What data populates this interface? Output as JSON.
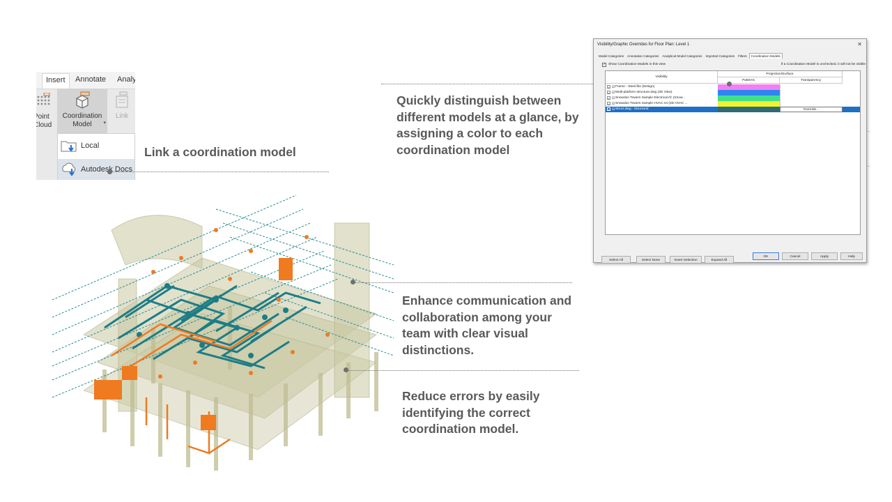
{
  "ribbon": {
    "tabs": [
      "Insert",
      "Annotate",
      "Analy"
    ],
    "buttons": {
      "point_cloud": "Point Cloud",
      "coordination_model": "Coordination Model",
      "link_label": "Link"
    },
    "dropdown_items": [
      "Local",
      "Autodesk Docs"
    ]
  },
  "annotations": {
    "link": "Link a coordination model",
    "distinguish": "Quickly distinguish between different models at a glance, by assigning a color to each coordination model",
    "communication": "Enhance communication and collaboration among your team with clear visual distinctions.",
    "errors": "Reduce errors by easily identifying the correct coordination model."
  },
  "dialog": {
    "title": "Visibility/Graphic Overrides for Floor Plan: Level 1",
    "tabs": [
      "Model Categories",
      "Annotation Categories",
      "Analytical Model Categories",
      "Imported Categories",
      "Filters",
      "Coordination Models"
    ],
    "active_tab": "Coordination Models",
    "show_checkbox_label": "Show Coordination Models in this view",
    "note": "If a Coordination Model is unchecked, it will not be visible",
    "columns": {
      "visibility": "Visibility",
      "group": "Projection/Surface",
      "patterns": "Patterns",
      "transparency": "Transparency"
    },
    "rows": [
      {
        "name": "Frame - Steel.fbx (Design)",
        "color": "#f47ff2"
      },
      {
        "name": "Multi-platform structure.dwg (3D View)",
        "color": "#2d86f0"
      },
      {
        "name": "Snowdon Towers Sample Electrical.rfc (Snow...",
        "color": "#3fe08a"
      },
      {
        "name": "Snowdon Towers Sample HVAC.rvt (3D HVAC ...",
        "color": "#f3f12f"
      },
      {
        "name": "Struct.dwg - Structural",
        "color": "#2f6b73",
        "selected": true,
        "override_label": "Override..."
      }
    ],
    "footer_buttons": [
      "Select All",
      "Select None",
      "Invert Selection",
      "Expand All"
    ],
    "action_buttons": [
      "OK",
      "Cancel",
      "Apply",
      "Help"
    ],
    "close_glyph": "✕"
  },
  "colors": {
    "text": "#595959",
    "leader": "#6f6f6f",
    "teal": "#1c7d86",
    "orange": "#ef7a20",
    "olive": "#b8b78a"
  }
}
